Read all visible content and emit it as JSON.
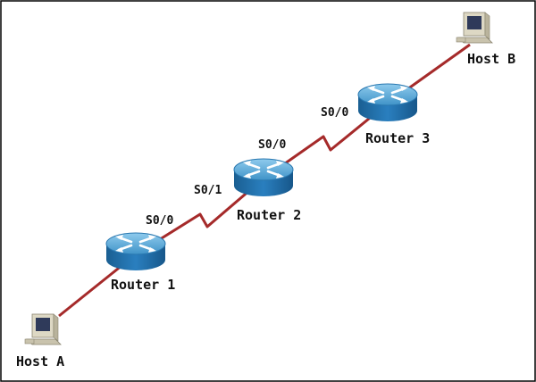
{
  "colors": {
    "link": "#a52a2a",
    "router_top": "#5aa8d6",
    "router_side": "#1f6ea8",
    "router_arrows": "#ffffff",
    "host_body": "#d8d3bf",
    "host_screen": "#2f3a5a"
  },
  "hosts": [
    {
      "id": "host-a",
      "label": "Host A",
      "icon": "computer-icon"
    },
    {
      "id": "host-b",
      "label": "Host B",
      "icon": "computer-icon"
    }
  ],
  "routers": [
    {
      "id": "router-1",
      "label": "Router 1",
      "icon": "router-icon"
    },
    {
      "id": "router-2",
      "label": "Router 2",
      "icon": "router-icon"
    },
    {
      "id": "router-3",
      "label": "Router 3",
      "icon": "router-icon"
    }
  ],
  "interfaces": {
    "r1_s00": "S0/0",
    "r2_s01": "S0/1",
    "r2_s00": "S0/0",
    "r3_s00": "S0/0"
  },
  "links": [
    {
      "id": "link-hosta-r1",
      "type": "ethernet"
    },
    {
      "id": "link-r1-r2",
      "type": "serial"
    },
    {
      "id": "link-r2-r3",
      "type": "serial"
    },
    {
      "id": "link-r3-hostb",
      "type": "ethernet"
    }
  ]
}
